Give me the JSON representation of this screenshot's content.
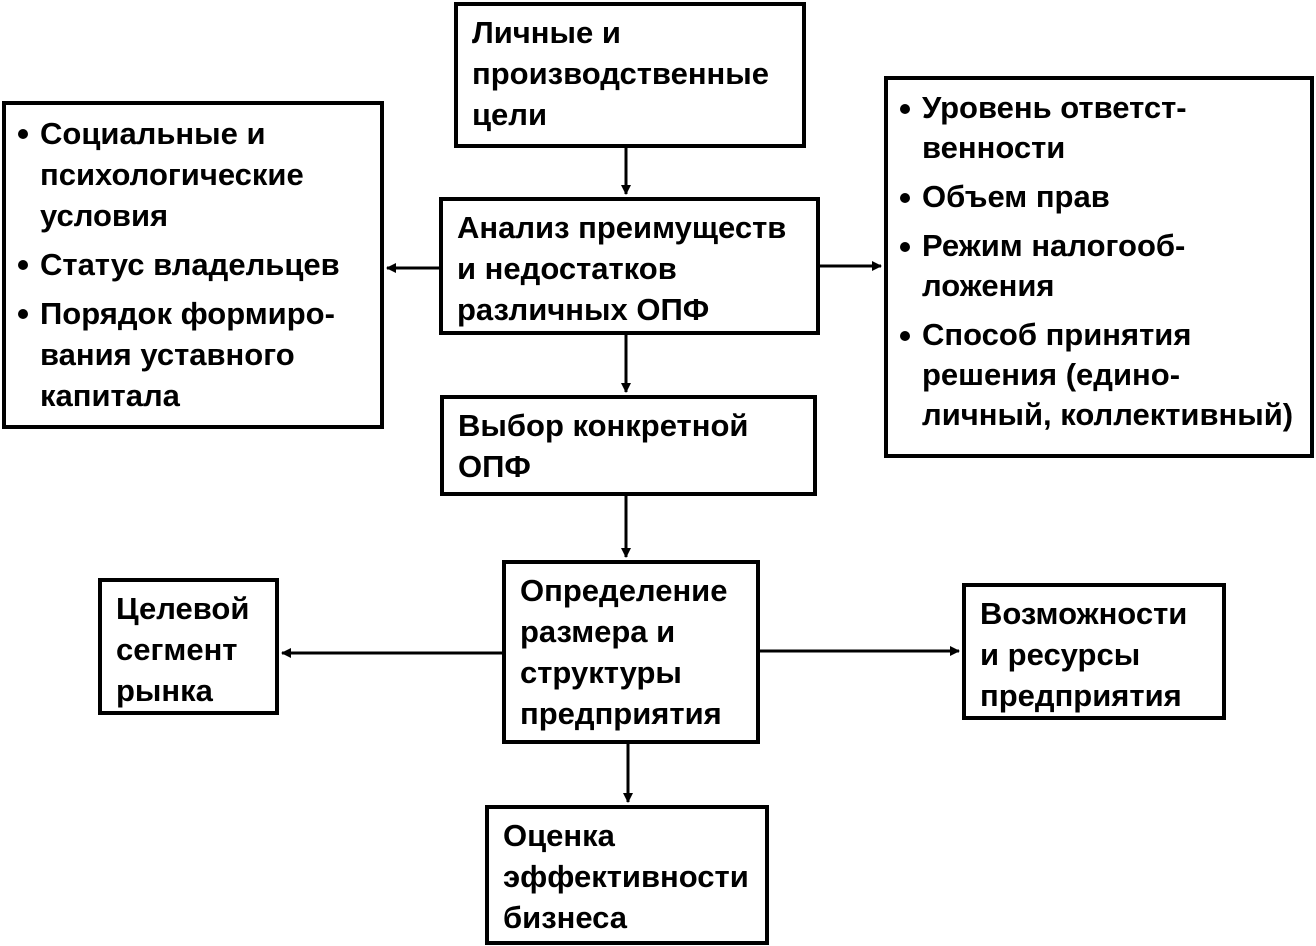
{
  "diagram": {
    "goals": {
      "lines": [
        "Личные и",
        "производственные",
        "цели"
      ]
    },
    "analysis": {
      "lines": [
        "Анализ преимуществ",
        "и недостатков",
        "различных ОПФ"
      ]
    },
    "left_factors": {
      "items": [
        {
          "lines": [
            "Социальные и",
            "психологические",
            "условия"
          ]
        },
        {
          "lines": [
            "Статус владельцев"
          ]
        },
        {
          "lines": [
            "Порядок формиро-",
            "вания уставного",
            "капитала"
          ]
        }
      ]
    },
    "right_factors": {
      "items": [
        {
          "lines": [
            "Уровень ответст-",
            "венности"
          ]
        },
        {
          "lines": [
            "Объем прав"
          ]
        },
        {
          "lines": [
            "Режим налогооб-",
            "ложения"
          ]
        },
        {
          "lines": [
            "Способ принятия",
            "решения (едино-",
            "личный, коллективный)"
          ]
        }
      ]
    },
    "choice": {
      "lines": [
        "Выбор конкретной",
        "ОПФ"
      ]
    },
    "define": {
      "lines": [
        "Определение",
        "размера и",
        "структуры",
        "предприятия"
      ]
    },
    "segment": {
      "lines": [
        "Целевой",
        "сегмент",
        "рынка"
      ]
    },
    "resources": {
      "lines": [
        "Возможности",
        "и ресурсы",
        "предприятия"
      ]
    },
    "evaluation": {
      "lines": [
        "Оценка",
        "эффективности",
        "бизнеса"
      ]
    }
  }
}
